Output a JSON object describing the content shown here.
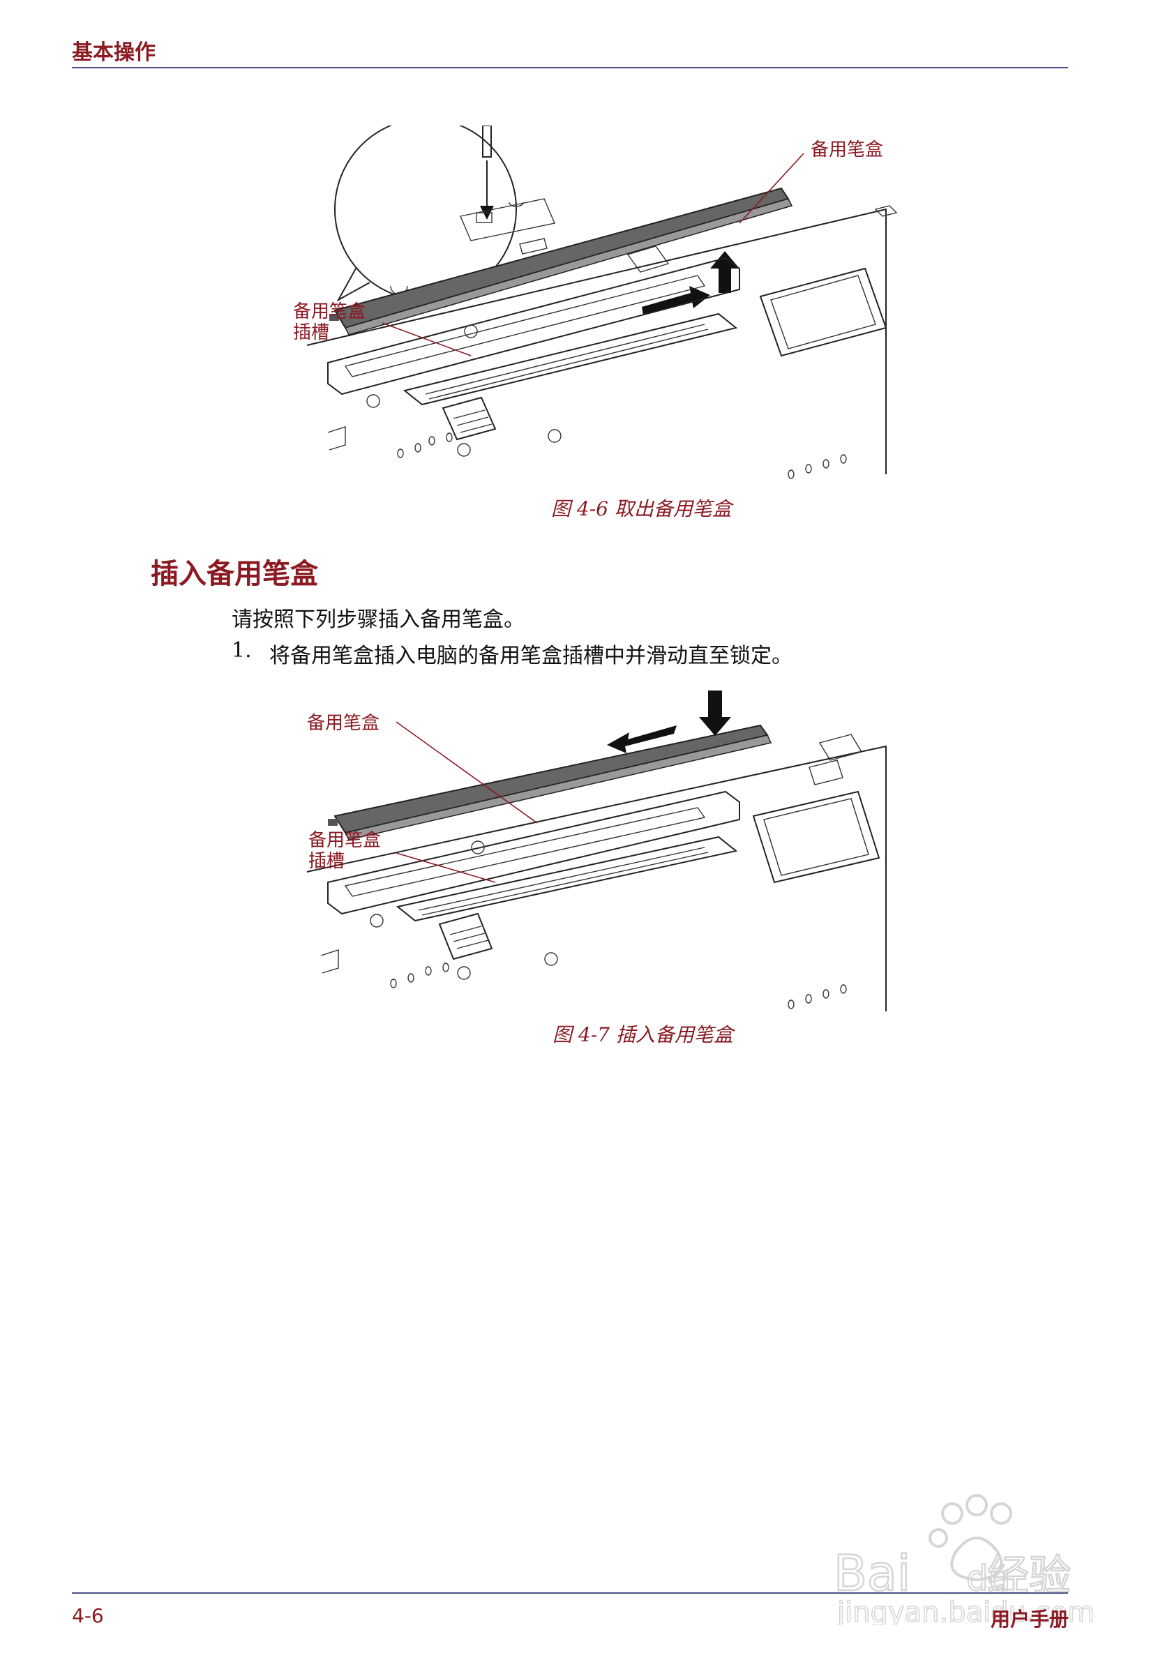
{
  "header": {
    "title": "基本操作"
  },
  "figure1": {
    "label_top": "备用笔盒",
    "label_slot": "备用笔盒\n插槽",
    "caption": "图 4-6 取出备用笔盒"
  },
  "section": {
    "title": "插入备用笔盒",
    "intro": "请按照下列步骤插入备用笔盒。",
    "steps": [
      {
        "num": "1.",
        "text": "将备用笔盒插入电脑的备用笔盒插槽中并滑动直至锁定。"
      }
    ]
  },
  "figure2": {
    "label_pen": "备用笔盒",
    "label_slot": "备用笔盒\n插槽",
    "caption": "图 4-7 插入备用笔盒"
  },
  "footer": {
    "page": "4-6",
    "manual": "用户手册"
  },
  "watermark": {
    "brand": "Bai du 经验",
    "url": "jingyan.baidu.com"
  }
}
